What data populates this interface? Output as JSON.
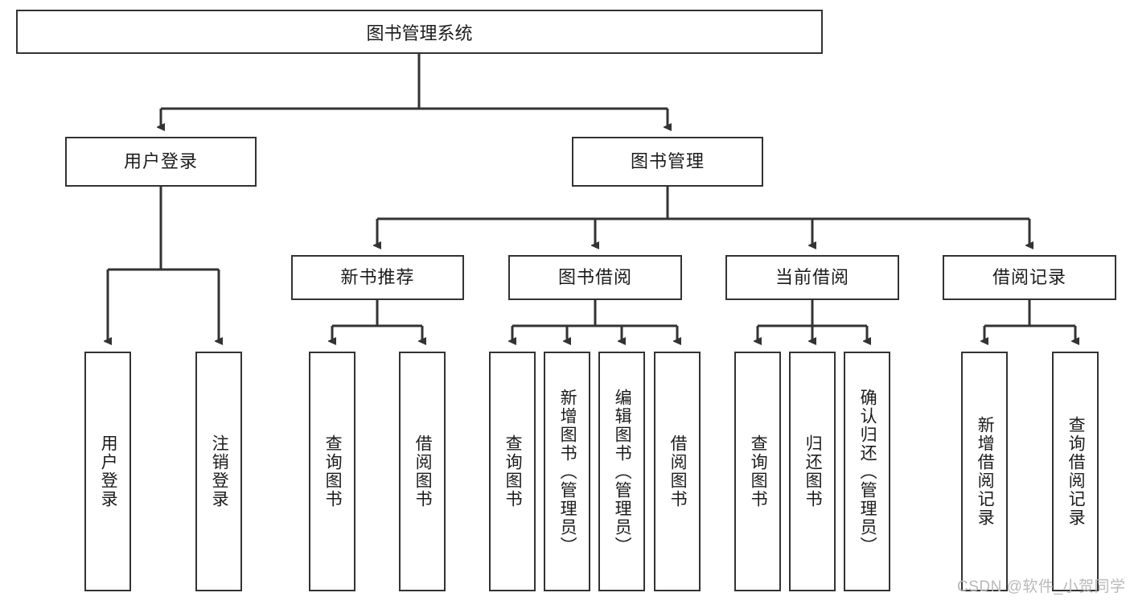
{
  "diagram": {
    "title": "图书管理系统",
    "type": "tree-hierarchy-chart",
    "root": {
      "label": "图书管理系统"
    },
    "level1": [
      {
        "label": "用户登录"
      },
      {
        "label": "图书管理"
      }
    ],
    "level2": [
      {
        "label": "新书推荐"
      },
      {
        "label": "图书借阅"
      },
      {
        "label": "当前借阅"
      },
      {
        "label": "借阅记录"
      }
    ],
    "leaves": {
      "user_login": [
        {
          "label": "用户登录"
        },
        {
          "label": "注销登录"
        }
      ],
      "new_book_recommend": [
        {
          "label": "查询图书"
        },
        {
          "label": "借阅图书"
        }
      ],
      "book_borrow": [
        {
          "label": "查询图书"
        },
        {
          "label": "新增图书（管理员）"
        },
        {
          "label": "编辑图书（管理员）"
        },
        {
          "label": "借阅图书"
        }
      ],
      "current_borrow": [
        {
          "label": "查询图书"
        },
        {
          "label": "归还图书"
        },
        {
          "label": "确认归还（管理员）"
        }
      ],
      "borrow_record": [
        {
          "label": "新增借阅记录"
        },
        {
          "label": "查询借阅记录"
        }
      ]
    }
  },
  "watermark": {
    "text": "CSDN @软件_小贺同学"
  },
  "colors": {
    "background": "#ffffff",
    "box_border": "#333333",
    "text": "#1c1c1c",
    "edge": "#333333",
    "watermark": "#b9b9b9"
  }
}
